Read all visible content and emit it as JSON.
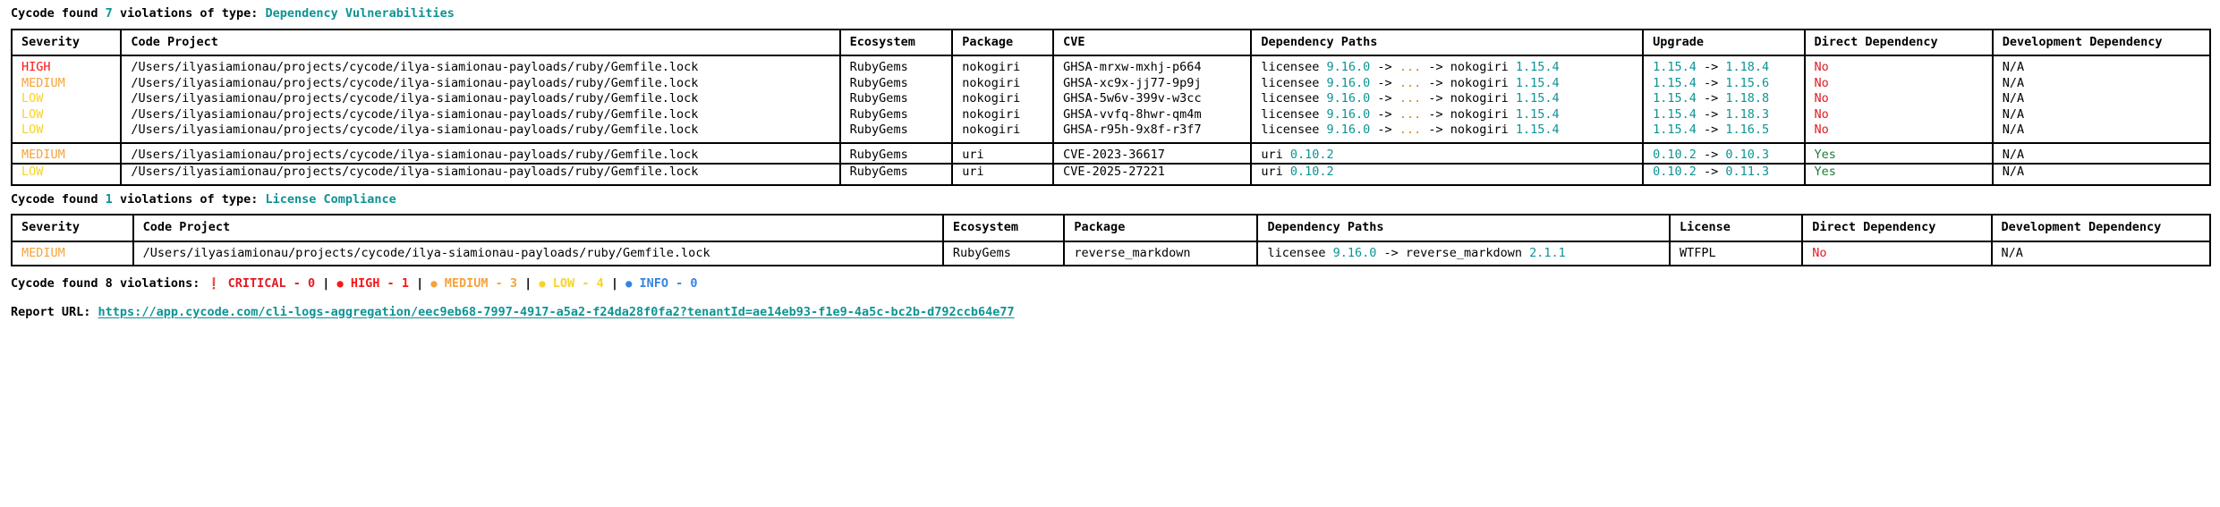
{
  "sections": [
    {
      "heading": {
        "prefix": "Cycode found ",
        "count": "7",
        "middle": " violations of type: ",
        "type": "Dependency Vulnerabilities"
      },
      "columns": [
        "Severity",
        "Code Project",
        "Ecosystem",
        "Package",
        "CVE",
        "Dependency Paths",
        "Upgrade",
        "Direct Dependency",
        "Development Dependency"
      ],
      "groups": [
        {
          "rows": [
            {
              "severity": "HIGH",
              "severity_class": "sev-high",
              "project": "/Users/ilyasiamionau/projects/cycode/ilya-siamionau-payloads/ruby/Gemfile.lock",
              "ecosystem": "RubyGems",
              "package": "nokogiri",
              "cve": "GHSA-mrxw-mxhj-p664",
              "path_pkg": "licensee ",
              "path_ver": "9.16.0",
              "path_mid": " -> ",
              "path_ellipsis": "...",
              "path_mid2": " -> ",
              "path_dep": "nokogiri ",
              "path_depver": "1.15.4",
              "upgrade_from": "1.15.4",
              "upgrade_arrow": " -> ",
              "upgrade_to": "1.18.4",
              "direct": "No",
              "direct_class": "red",
              "development": "N/A"
            },
            {
              "severity": "MEDIUM",
              "severity_class": "sev-medium",
              "project": "/Users/ilyasiamionau/projects/cycode/ilya-siamionau-payloads/ruby/Gemfile.lock",
              "ecosystem": "RubyGems",
              "package": "nokogiri",
              "cve": "GHSA-xc9x-jj77-9p9j",
              "path_pkg": "licensee ",
              "path_ver": "9.16.0",
              "path_mid": " -> ",
              "path_ellipsis": "...",
              "path_mid2": " -> ",
              "path_dep": "nokogiri ",
              "path_depver": "1.15.4",
              "upgrade_from": "1.15.4",
              "upgrade_arrow": " -> ",
              "upgrade_to": "1.15.6",
              "direct": "No",
              "direct_class": "red",
              "development": "N/A"
            },
            {
              "severity": "LOW",
              "severity_class": "sev-low",
              "project": "/Users/ilyasiamionau/projects/cycode/ilya-siamionau-payloads/ruby/Gemfile.lock",
              "ecosystem": "RubyGems",
              "package": "nokogiri",
              "cve": "GHSA-5w6v-399v-w3cc",
              "path_pkg": "licensee ",
              "path_ver": "9.16.0",
              "path_mid": " -> ",
              "path_ellipsis": "...",
              "path_mid2": " -> ",
              "path_dep": "nokogiri ",
              "path_depver": "1.15.4",
              "upgrade_from": "1.15.4",
              "upgrade_arrow": " -> ",
              "upgrade_to": "1.18.8",
              "direct": "No",
              "direct_class": "red",
              "development": "N/A"
            },
            {
              "severity": "LOW",
              "severity_class": "sev-low",
              "project": "/Users/ilyasiamionau/projects/cycode/ilya-siamionau-payloads/ruby/Gemfile.lock",
              "ecosystem": "RubyGems",
              "package": "nokogiri",
              "cve": "GHSA-vvfq-8hwr-qm4m",
              "path_pkg": "licensee ",
              "path_ver": "9.16.0",
              "path_mid": " -> ",
              "path_ellipsis": "...",
              "path_mid2": " -> ",
              "path_dep": "nokogiri ",
              "path_depver": "1.15.4",
              "upgrade_from": "1.15.4",
              "upgrade_arrow": " -> ",
              "upgrade_to": "1.18.3",
              "direct": "No",
              "direct_class": "red",
              "development": "N/A"
            },
            {
              "severity": "LOW",
              "severity_class": "sev-low",
              "project": "/Users/ilyasiamionau/projects/cycode/ilya-siamionau-payloads/ruby/Gemfile.lock",
              "ecosystem": "RubyGems",
              "package": "nokogiri",
              "cve": "GHSA-r95h-9x8f-r3f7",
              "path_pkg": "licensee ",
              "path_ver": "9.16.0",
              "path_mid": " -> ",
              "path_ellipsis": "...",
              "path_mid2": " -> ",
              "path_dep": "nokogiri ",
              "path_depver": "1.15.4",
              "upgrade_from": "1.15.4",
              "upgrade_arrow": " -> ",
              "upgrade_to": "1.16.5",
              "direct": "No",
              "direct_class": "red",
              "development": "N/A"
            }
          ]
        },
        {
          "rows": [
            {
              "severity": "MEDIUM",
              "severity_class": "sev-medium",
              "project": "/Users/ilyasiamionau/projects/cycode/ilya-siamionau-payloads/ruby/Gemfile.lock",
              "ecosystem": "RubyGems",
              "package": "uri",
              "cve": "CVE-2023-36617",
              "path_pkg": "uri ",
              "path_ver": "0.10.2",
              "path_mid": "",
              "path_ellipsis": "",
              "path_mid2": "",
              "path_dep": "",
              "path_depver": "",
              "upgrade_from": "0.10.2",
              "upgrade_arrow": " -> ",
              "upgrade_to": "0.10.3",
              "direct": "Yes",
              "direct_class": "green",
              "development": "N/A"
            },
            {
              "severity": "LOW",
              "severity_class": "sev-low",
              "project": "/Users/ilyasiamionau/projects/cycode/ilya-siamionau-payloads/ruby/Gemfile.lock",
              "ecosystem": "RubyGems",
              "package": "uri",
              "cve": "CVE-2025-27221",
              "path_pkg": "uri ",
              "path_ver": "0.10.2",
              "path_mid": "",
              "path_ellipsis": "",
              "path_mid2": "",
              "path_dep": "",
              "path_depver": "",
              "upgrade_from": "0.10.2",
              "upgrade_arrow": " -> ",
              "upgrade_to": "0.11.3",
              "direct": "Yes",
              "direct_class": "green",
              "development": "N/A"
            }
          ]
        }
      ]
    }
  ],
  "license_section": {
    "heading": {
      "prefix": "Cycode found ",
      "count": "1",
      "middle": " violations of type: ",
      "type": "License Compliance"
    },
    "columns": [
      "Severity",
      "Code Project",
      "Ecosystem",
      "Package",
      "Dependency Paths",
      "License",
      "Direct Dependency",
      "Development Dependency"
    ],
    "rows": [
      {
        "severity": "MEDIUM",
        "severity_class": "sev-medium",
        "project": "/Users/ilyasiamionau/projects/cycode/ilya-siamionau-payloads/ruby/Gemfile.lock",
        "ecosystem": "RubyGems",
        "package": "reverse_markdown",
        "path_pkg": "licensee ",
        "path_ver": "9.16.0",
        "path_mid": " -> ",
        "path_dep": "reverse_markdown ",
        "path_depver": "2.1.1",
        "license": "WTFPL",
        "direct": "No",
        "direct_class": "red",
        "development": "N/A"
      }
    ]
  },
  "totals": {
    "prefix": "Cycode found ",
    "count": "8",
    "suffix": " violations: ",
    "items": [
      {
        "icon": "❗",
        "icon_name": "critical-icon",
        "label": "CRITICAL",
        "dash": " - ",
        "value": "0",
        "label_class": "sev-critical",
        "value_class": "sev-critical"
      },
      {
        "icon": "●",
        "icon_name": "high-dot-icon",
        "label": "HIGH",
        "dash": " - ",
        "value": "1",
        "label_class": "sev-high",
        "value_class": "sev-high"
      },
      {
        "icon": "●",
        "icon_name": "medium-dot-icon",
        "label": "MEDIUM",
        "dash": " - ",
        "value": "3",
        "label_class": "sev-medium",
        "value_class": "sev-medium"
      },
      {
        "icon": "●",
        "icon_name": "low-dot-icon",
        "label": "LOW",
        "dash": " - ",
        "value": "4",
        "label_class": "sev-low",
        "value_class": "sev-low"
      },
      {
        "icon": "●",
        "icon_name": "info-dot-icon",
        "label": "INFO",
        "dash": " - ",
        "value": "0",
        "label_class": "sev-info",
        "value_class": "sev-info"
      }
    ],
    "separator": " | "
  },
  "report_url": {
    "label": "Report URL: ",
    "url": "https://app.cycode.com/cli-logs-aggregation/eec9eb68-7997-4917-a5a2-f24da28f0fa2?tenantId=ae14eb93-f1e9-4a5c-bc2b-d792ccb64e77"
  },
  "colors": {
    "teal": "#0d9394",
    "critical": "#e01b24",
    "high": "#fb1616",
    "medium": "#f5a33c",
    "low": "#f6d32d",
    "info": "#3584e4",
    "yes": "#1a7f37",
    "no": "#e01b24"
  }
}
